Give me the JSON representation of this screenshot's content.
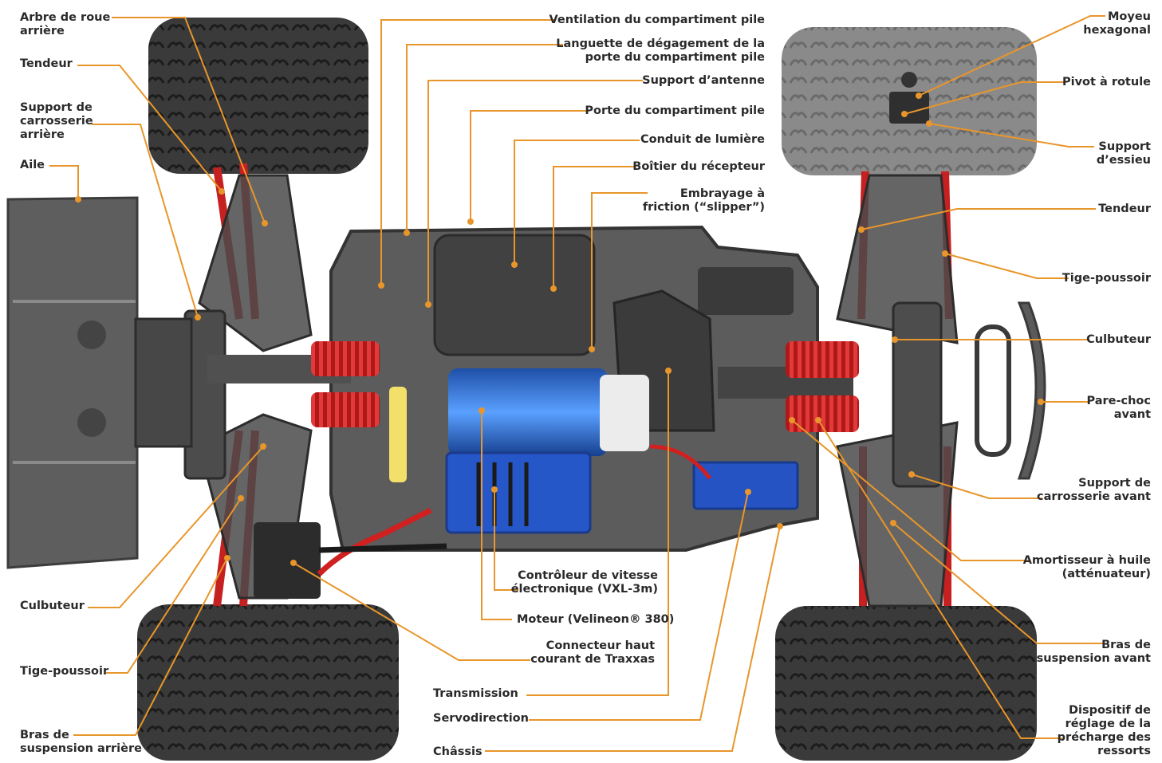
{
  "accent_color": "#e8962b",
  "labels": {
    "arbre_roue": [
      "Arbre de roue",
      "arrière"
    ],
    "tendeur_l": [
      "Tendeur"
    ],
    "support_carrosserie_arriere": [
      "Support de",
      "carrosserie",
      "arrière"
    ],
    "aile": [
      "Aile"
    ],
    "culbuteur_l": [
      "Culbuteur"
    ],
    "tige_poussoir_l": [
      "Tige-poussoir"
    ],
    "bras_suspension_arriere": [
      "Bras de",
      "suspension arrière"
    ],
    "ventilation": [
      "Ventilation du compartiment pile"
    ],
    "languette": [
      "Languette de dégagement de la",
      "porte du compartiment pile"
    ],
    "support_antenne": [
      "Support d’antenne"
    ],
    "porte_compartiment": [
      "Porte du compartiment pile"
    ],
    "conduit_lumiere": [
      "Conduit de lumière"
    ],
    "boitier_recepteur": [
      "Boîtier du récepteur"
    ],
    "embrayage": [
      "Embrayage à",
      "friction (“slipper”)"
    ],
    "controleur": [
      "Contrôleur de vitesse",
      "électronique (VXL-3m)"
    ],
    "moteur": [
      "Moteur (Velineon® 380)"
    ],
    "connecteur": [
      "Connecteur haut",
      "courant de Traxxas"
    ],
    "transmission": [
      "Transmission"
    ],
    "servodirection": [
      "Servodirection"
    ],
    "chassis": [
      "Châssis"
    ],
    "moyeu": [
      "Moyeu",
      "hexagonal"
    ],
    "pivot": [
      "Pivot à rotule"
    ],
    "support_essieu": [
      "Support",
      "d’essieu"
    ],
    "tendeur_r": [
      "Tendeur"
    ],
    "tige_poussoir_r": [
      "Tige-poussoir"
    ],
    "culbuteur_r": [
      "Culbuteur"
    ],
    "pare_choc": [
      "Pare-choc",
      "avant"
    ],
    "support_carrosserie_avant": [
      "Support de",
      "carrosserie avant"
    ],
    "amortisseur": [
      "Amortisseur à huile",
      "(atténuateur)"
    ],
    "bras_suspension_avant": [
      "Bras de",
      "suspension avant"
    ],
    "dispositif": [
      "Dispositif de",
      "réglage de la",
      "précharge des",
      "ressorts"
    ]
  }
}
